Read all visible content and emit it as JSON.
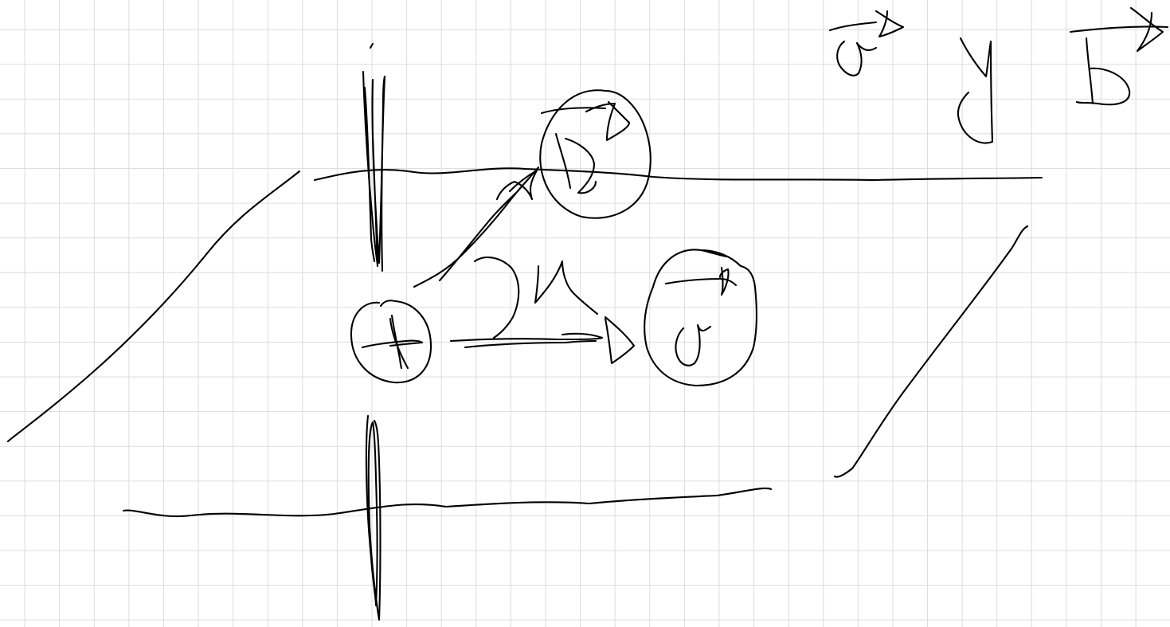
{
  "canvas": {
    "background": "#ffffff",
    "grid_color": "#dcdcdc",
    "ink_color": "#000000",
    "style": "handwritten sketch on grid paper"
  },
  "labels": {
    "tail_node": "+",
    "head_node_top": "B",
    "head_node_right": "a",
    "edge_label": "α",
    "legend": "a* y B*"
  }
}
